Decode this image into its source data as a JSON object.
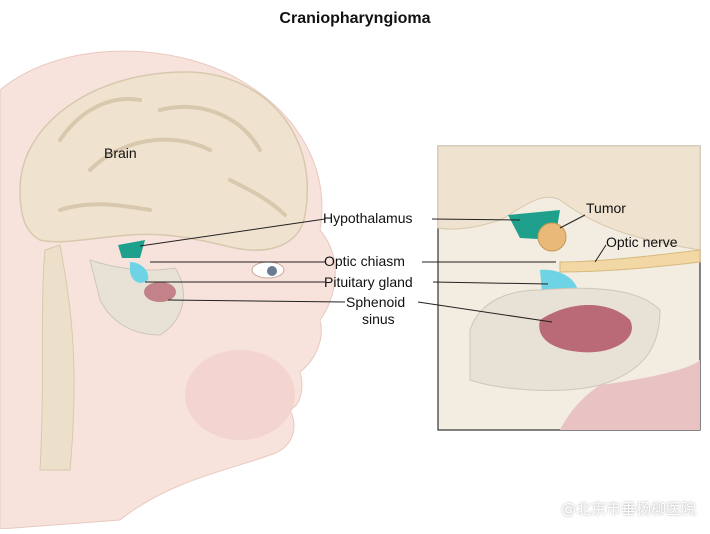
{
  "title": "Craniopharyngioma",
  "labels": {
    "brain": "Brain",
    "hypothalamus": "Hypothalamus",
    "optic_chiasm": "Optic chiasm",
    "pituitary_gland": "Pituitary gland",
    "sphenoid_line1": "Sphenoid",
    "sphenoid_line2": "sinus",
    "tumor": "Tumor",
    "optic_nerve": "Optic nerve"
  },
  "watermark": "@北京市垂杨柳医院",
  "colors": {
    "skin": "#f7e3dc",
    "brain": "#efe3cf",
    "hypothalamus": "#1fa08c",
    "pituitary": "#6fd3e6",
    "tumor": "#e9b97a",
    "sinus": "#b96a74",
    "bone": "#e8e2d6"
  }
}
